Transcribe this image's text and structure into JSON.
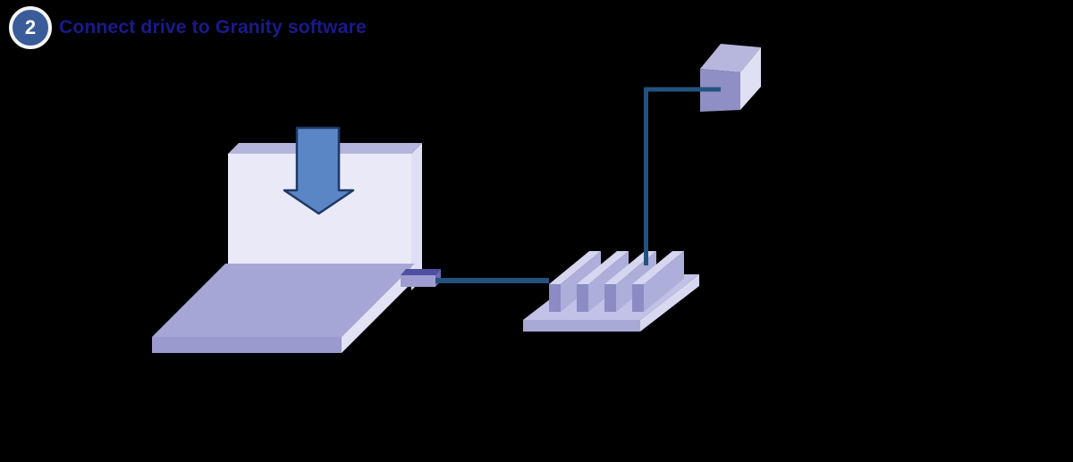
{
  "header": {
    "step_number": "2",
    "title": "Connect drive to Granity software"
  },
  "diagram": {
    "parts": {
      "laptop": "laptop computer",
      "download_arrow": "arrow pointing down into laptop screen",
      "usb_connector": "connector plug on laptop side",
      "usb_cable": "cable from laptop to drive",
      "drive": "servo drive with heat-sink fins",
      "device_cube": "connected device box",
      "device_cable": "cable from device box down to drive"
    }
  },
  "colors": {
    "background": "#000000",
    "title_text": "#1a1a8c",
    "badge_fill": "#3a5c9a",
    "badge_ring": "#f5f5f5",
    "badge_text": "#ffffff",
    "arrow_fill": "#5b86c6",
    "arrow_border": "#1f3864",
    "cable": "#24527e",
    "screen_face": "#e9e9f8",
    "screen_bevel": "#b4b4dd",
    "screen_side": "#dedef5",
    "base_top": "#a6a6d6",
    "base_front": "#9a9ace",
    "base_side": "#e2e2f6",
    "connector_top": "#4f4fa2",
    "connector_front": "#9d9dd2",
    "connector_side": "#6a6ab0",
    "drive_base_top": "#c2c2e8",
    "drive_base_front": "#a9a9d6",
    "drive_base_side": "#d8d8f0",
    "fin_front": "#8c8cc4",
    "fin_top": "#d6d6f0",
    "fin_side": "#aeaedb",
    "cube_front": "#8f8fc5",
    "cube_top": "#b7b7de",
    "cube_side": "#e0e0f5"
  }
}
